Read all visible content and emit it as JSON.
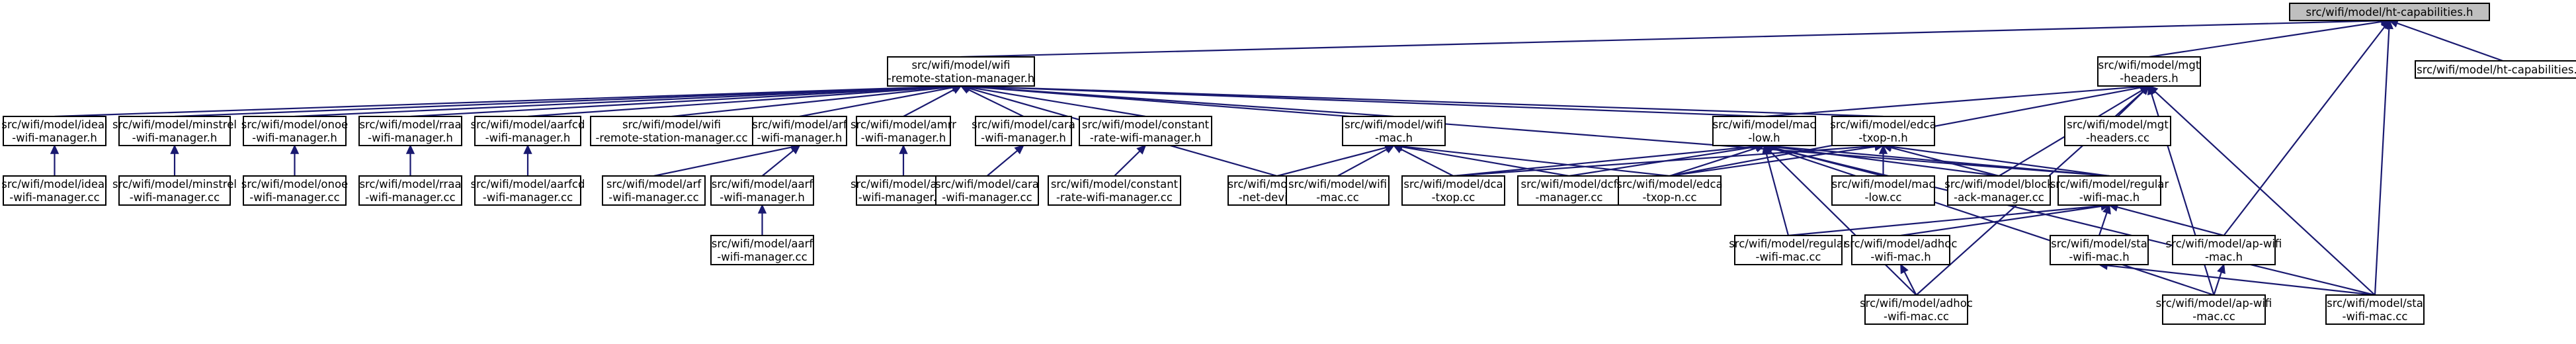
{
  "graph": {
    "nodes": [
      {
        "id": "ht",
        "lines": [
          "src/wifi/model/ht-capabilities.h"
        ],
        "highlight": true
      },
      {
        "id": "htcc",
        "lines": [
          "src/wifi/model/ht-capabilities.cc"
        ]
      },
      {
        "id": "rsm",
        "lines": [
          "src/wifi/model/wifi",
          "-remote-station-manager.h"
        ]
      },
      {
        "id": "mgt",
        "lines": [
          "src/wifi/model/mgt",
          "-headers.h"
        ]
      },
      {
        "id": "ideal",
        "lines": [
          "src/wifi/model/ideal",
          "-wifi-manager.h"
        ]
      },
      {
        "id": "minstrel",
        "lines": [
          "src/wifi/model/minstrel",
          "-wifi-manager.h"
        ]
      },
      {
        "id": "onoe",
        "lines": [
          "src/wifi/model/onoe",
          "-wifi-manager.h"
        ]
      },
      {
        "id": "rraa",
        "lines": [
          "src/wifi/model/rraa",
          "-wifi-manager.h"
        ]
      },
      {
        "id": "aarfcd",
        "lines": [
          "src/wifi/model/aarfcd",
          "-wifi-manager.h"
        ]
      },
      {
        "id": "rsmcc",
        "lines": [
          "src/wifi/model/wifi",
          "-remote-station-manager.cc"
        ]
      },
      {
        "id": "arf",
        "lines": [
          "src/wifi/model/arf",
          "-wifi-manager.h"
        ]
      },
      {
        "id": "amrr",
        "lines": [
          "src/wifi/model/amrr",
          "-wifi-manager.h"
        ]
      },
      {
        "id": "cara",
        "lines": [
          "src/wifi/model/cara",
          "-wifi-manager.h"
        ]
      },
      {
        "id": "constant",
        "lines": [
          "src/wifi/model/constant",
          "-rate-wifi-manager.h"
        ]
      },
      {
        "id": "wifimac",
        "lines": [
          "src/wifi/model/wifi",
          "-mac.h"
        ]
      },
      {
        "id": "maclow",
        "lines": [
          "src/wifi/model/mac",
          "-low.h"
        ]
      },
      {
        "id": "edcah",
        "lines": [
          "src/wifi/model/edca",
          "-txop-n.h"
        ]
      },
      {
        "id": "mgtcc",
        "lines": [
          "src/wifi/model/mgt",
          "-headers.cc"
        ]
      },
      {
        "id": "idealcc",
        "lines": [
          "src/wifi/model/ideal",
          "-wifi-manager.cc"
        ]
      },
      {
        "id": "minstrelcc",
        "lines": [
          "src/wifi/model/minstrel",
          "-wifi-manager.cc"
        ]
      },
      {
        "id": "onoecc",
        "lines": [
          "src/wifi/model/onoe",
          "-wifi-manager.cc"
        ]
      },
      {
        "id": "rraacc",
        "lines": [
          "src/wifi/model/rraa",
          "-wifi-manager.cc"
        ]
      },
      {
        "id": "aarfcdcc",
        "lines": [
          "src/wifi/model/aarfcd",
          "-wifi-manager.cc"
        ]
      },
      {
        "id": "arfcc",
        "lines": [
          "src/wifi/model/arf",
          "-wifi-manager.cc"
        ]
      },
      {
        "id": "aarfh",
        "lines": [
          "src/wifi/model/aarf",
          "-wifi-manager.h"
        ]
      },
      {
        "id": "amrrcc",
        "lines": [
          "src/wifi/model/amrr",
          "-wifi-manager.cc"
        ]
      },
      {
        "id": "caracc",
        "lines": [
          "src/wifi/model/cara",
          "-wifi-manager.cc"
        ]
      },
      {
        "id": "constantcc",
        "lines": [
          "src/wifi/model/constant",
          "-rate-wifi-manager.cc"
        ]
      },
      {
        "id": "netdev",
        "lines": [
          "src/wifi/model/wifi",
          "-net-device.cc"
        ]
      },
      {
        "id": "wifimaccc",
        "lines": [
          "src/wifi/model/wifi",
          "-mac.cc"
        ]
      },
      {
        "id": "dca",
        "lines": [
          "src/wifi/model/dca",
          "-txop.cc"
        ]
      },
      {
        "id": "dcf",
        "lines": [
          "src/wifi/model/dcf",
          "-manager.cc"
        ]
      },
      {
        "id": "edcacc",
        "lines": [
          "src/wifi/model/edca",
          "-txop-n.cc"
        ]
      },
      {
        "id": "maclowcc",
        "lines": [
          "src/wifi/model/mac",
          "-low.cc"
        ]
      },
      {
        "id": "block",
        "lines": [
          "src/wifi/model/block",
          "-ack-manager.cc"
        ]
      },
      {
        "id": "regular",
        "lines": [
          "src/wifi/model/regular",
          "-wifi-mac.h"
        ]
      },
      {
        "id": "aarfcc",
        "lines": [
          "src/wifi/model/aarf",
          "-wifi-manager.cc"
        ]
      },
      {
        "id": "regularcc",
        "lines": [
          "src/wifi/model/regular",
          "-wifi-mac.cc"
        ]
      },
      {
        "id": "adhoch",
        "lines": [
          "src/wifi/model/adhoc",
          "-wifi-mac.h"
        ]
      },
      {
        "id": "stah",
        "lines": [
          "src/wifi/model/sta",
          "-wifi-mac.h"
        ]
      },
      {
        "id": "aph",
        "lines": [
          "src/wifi/model/ap-wifi",
          "-mac.h"
        ]
      },
      {
        "id": "adhoccc",
        "lines": [
          "src/wifi/model/adhoc",
          "-wifi-mac.cc"
        ]
      },
      {
        "id": "apcc",
        "lines": [
          "src/wifi/model/ap-wifi",
          "-mac.cc"
        ]
      },
      {
        "id": "stacc",
        "lines": [
          "src/wifi/model/sta",
          "-wifi-mac.cc"
        ]
      }
    ],
    "edges": [
      [
        "ht",
        "rsm"
      ],
      [
        "ht",
        "mgt"
      ],
      [
        "ht",
        "htcc"
      ],
      [
        "ht",
        "aph"
      ],
      [
        "ht",
        "stacc"
      ],
      [
        "rsm",
        "ideal"
      ],
      [
        "rsm",
        "minstrel"
      ],
      [
        "rsm",
        "onoe"
      ],
      [
        "rsm",
        "rraa"
      ],
      [
        "rsm",
        "aarfcd"
      ],
      [
        "rsm",
        "rsmcc"
      ],
      [
        "rsm",
        "arf"
      ],
      [
        "rsm",
        "amrr"
      ],
      [
        "rsm",
        "cara"
      ],
      [
        "rsm",
        "constant"
      ],
      [
        "rsm",
        "wifimac"
      ],
      [
        "rsm",
        "maclow"
      ],
      [
        "rsm",
        "edcah"
      ],
      [
        "rsm",
        "netdev"
      ],
      [
        "rsm",
        "regular"
      ],
      [
        "mgt",
        "maclow"
      ],
      [
        "mgt",
        "edcacc"
      ],
      [
        "mgt",
        "mgtcc"
      ],
      [
        "mgt",
        "block"
      ],
      [
        "mgt",
        "adhoccc"
      ],
      [
        "mgt",
        "apcc"
      ],
      [
        "mgt",
        "stacc"
      ],
      [
        "ideal",
        "idealcc"
      ],
      [
        "minstrel",
        "minstrelcc"
      ],
      [
        "onoe",
        "onoecc"
      ],
      [
        "rraa",
        "rraacc"
      ],
      [
        "aarfcd",
        "aarfcdcc"
      ],
      [
        "arf",
        "arfcc"
      ],
      [
        "arf",
        "aarfh"
      ],
      [
        "aarfh",
        "aarfcc"
      ],
      [
        "amrr",
        "amrrcc"
      ],
      [
        "cara",
        "caracc"
      ],
      [
        "constant",
        "constantcc"
      ],
      [
        "wifimac",
        "netdev"
      ],
      [
        "wifimac",
        "wifimaccc"
      ],
      [
        "wifimac",
        "dca"
      ],
      [
        "wifimac",
        "dcf"
      ],
      [
        "wifimac",
        "edcacc"
      ],
      [
        "maclow",
        "dca"
      ],
      [
        "maclow",
        "dcf"
      ],
      [
        "maclow",
        "edcacc"
      ],
      [
        "maclow",
        "maclowcc"
      ],
      [
        "maclow",
        "block"
      ],
      [
        "maclow",
        "regular"
      ],
      [
        "maclow",
        "regularcc"
      ],
      [
        "maclow",
        "adhoccc"
      ],
      [
        "maclow",
        "apcc"
      ],
      [
        "maclow",
        "stacc"
      ],
      [
        "edcah",
        "dca"
      ],
      [
        "edcah",
        "edcacc"
      ],
      [
        "edcah",
        "maclowcc"
      ],
      [
        "edcah",
        "block"
      ],
      [
        "edcah",
        "regular"
      ],
      [
        "regular",
        "regularcc"
      ],
      [
        "regular",
        "adhoch"
      ],
      [
        "regular",
        "stah"
      ],
      [
        "regular",
        "aph"
      ],
      [
        "adhoch",
        "adhoccc"
      ],
      [
        "stah",
        "stacc"
      ],
      [
        "aph",
        "apcc"
      ]
    ]
  }
}
